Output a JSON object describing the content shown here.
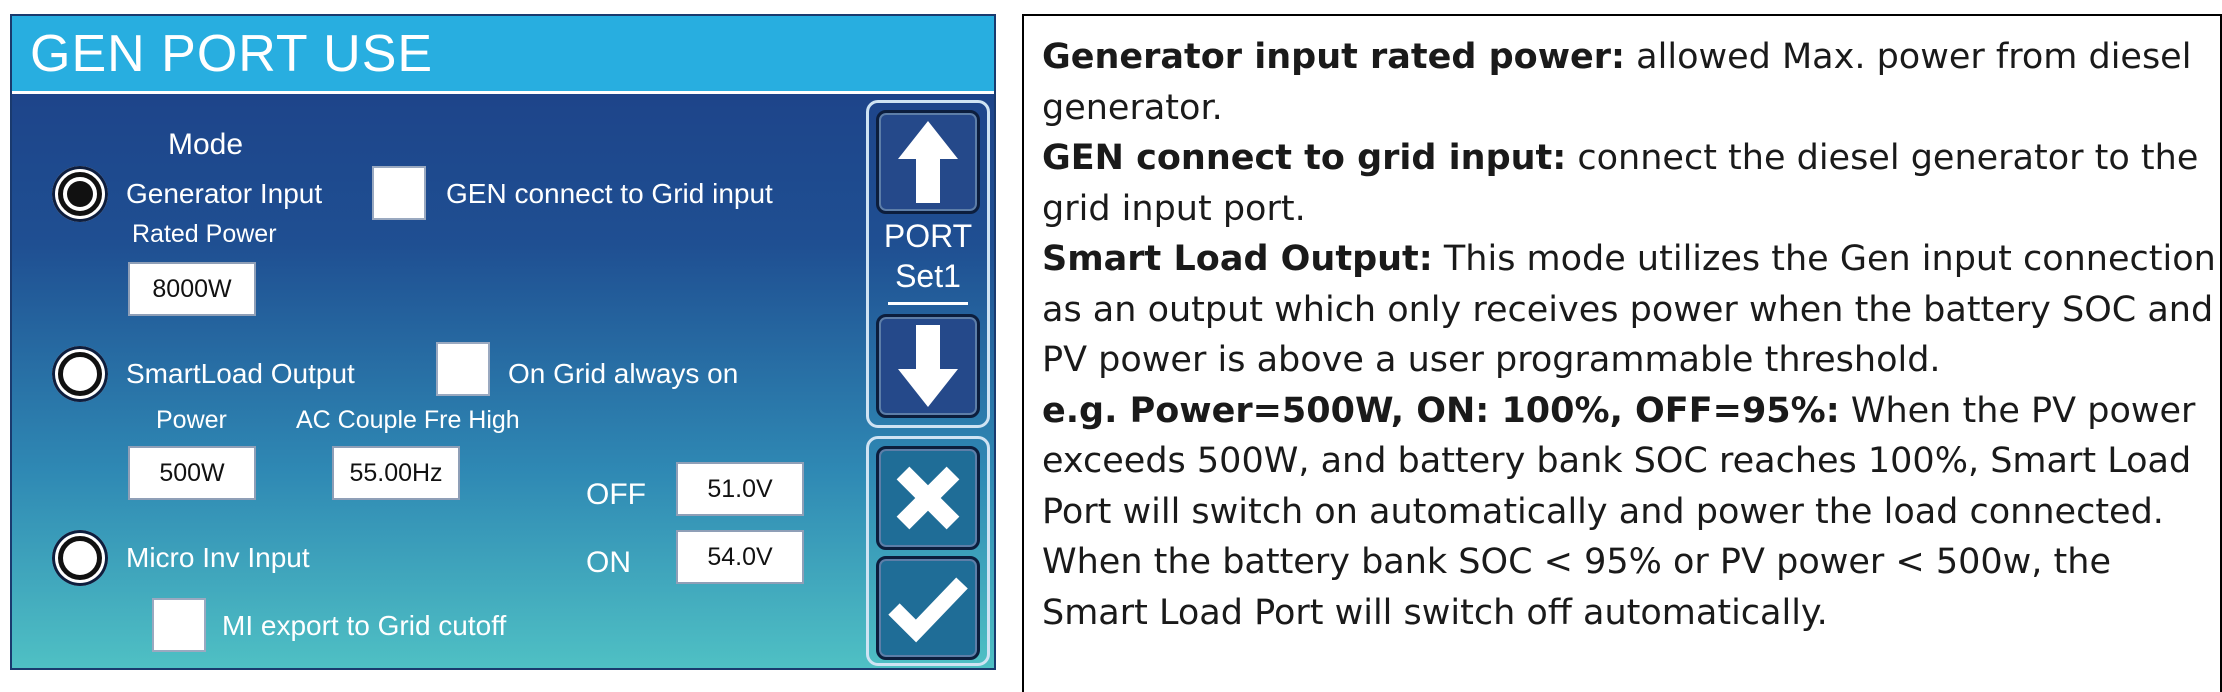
{
  "screen": {
    "title": "GEN PORT USE",
    "mode_label": "Mode",
    "generator_input": {
      "label": "Generator Input",
      "selected": true,
      "rated_power_label": "Rated Power",
      "rated_power_value": "8000W",
      "gen_to_grid_label": "GEN connect to Grid input",
      "gen_to_grid_checked": false
    },
    "smartload_output": {
      "label": "SmartLoad Output",
      "selected": false,
      "on_grid_label": "On Grid always on",
      "on_grid_checked": false,
      "power_label": "Power",
      "power_value": "500W",
      "ac_couple_label": "AC Couple Fre High",
      "ac_couple_value": "55.00Hz",
      "off_label": "OFF",
      "off_value": "51.0V",
      "on_label": "ON",
      "on_value": "54.0V"
    },
    "micro_inv": {
      "label": "Micro Inv Input",
      "selected": false,
      "mi_export_label": "MI export to Grid cutoff",
      "mi_export_checked": false
    },
    "side_panel": {
      "port_label": "PORT",
      "set_label": "Set1",
      "up_icon": "arrow-up-icon",
      "down_icon": "arrow-down-icon",
      "cancel_icon": "x-icon",
      "confirm_icon": "check-icon"
    }
  },
  "description": {
    "paragraphs": [
      {
        "bold": "Generator input rated power:",
        "text": " allowed Max. power from diesel generator."
      },
      {
        "bold": "GEN connect to grid input:",
        "text": " connect the diesel generator to the grid input port."
      },
      {
        "bold": "Smart Load Output:",
        "text": " This mode utilizes the Gen input connection as an output which only receives power when the battery SOC and PV power is above a user programmable threshold."
      },
      {
        "bold": "e.g. Power=500W, ON: 100%, OFF=95%:",
        "text": " When the PV power exceeds 500W, and battery bank SOC reaches 100%, Smart Load Port will switch on automatically and power the load connected."
      },
      {
        "bold": "",
        "text": "When the battery bank SOC < 95% or PV power < 500w, the Smart Load Port will switch off automatically."
      }
    ]
  },
  "colors": {
    "title_bar": "#28aee0",
    "gradient_top": "#1d3f86",
    "gradient_bottom": "#4fc0c4",
    "button_dark": "#25498a",
    "button_teal": "#1f6d97"
  }
}
